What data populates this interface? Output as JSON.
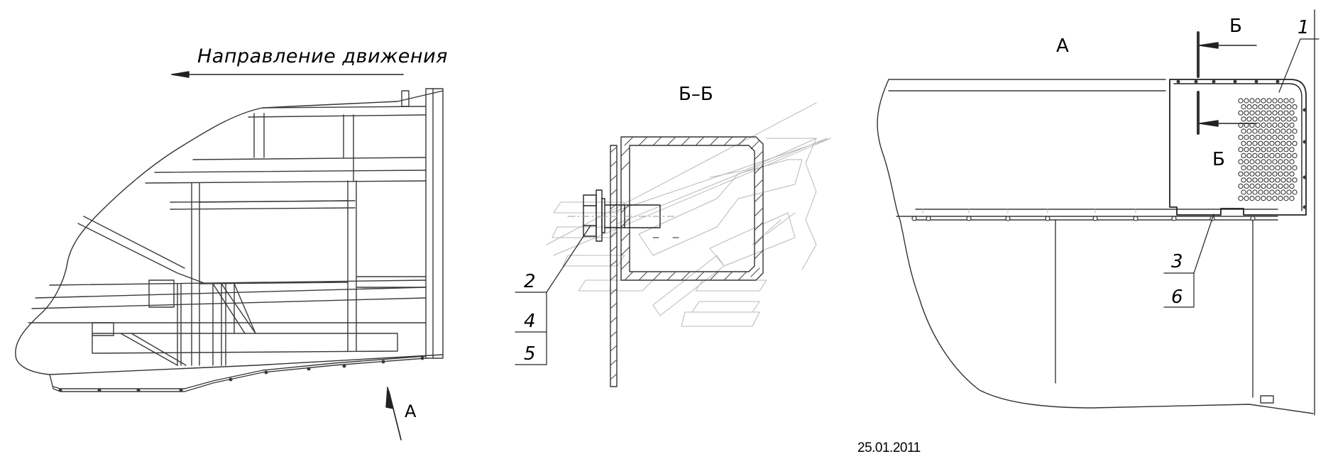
{
  "diagram": {
    "direction_label": "Направление движения",
    "view_a_arrow_label": "А",
    "section_title": "Б–Б",
    "view_a_title": "А",
    "section_mark_top": "Б",
    "section_mark_bottom": "Б",
    "callouts": {
      "c1": "1",
      "c2": "2",
      "c3": "3",
      "c4": "4",
      "c5": "5",
      "c6": "6"
    },
    "date": "25.01.2011"
  }
}
